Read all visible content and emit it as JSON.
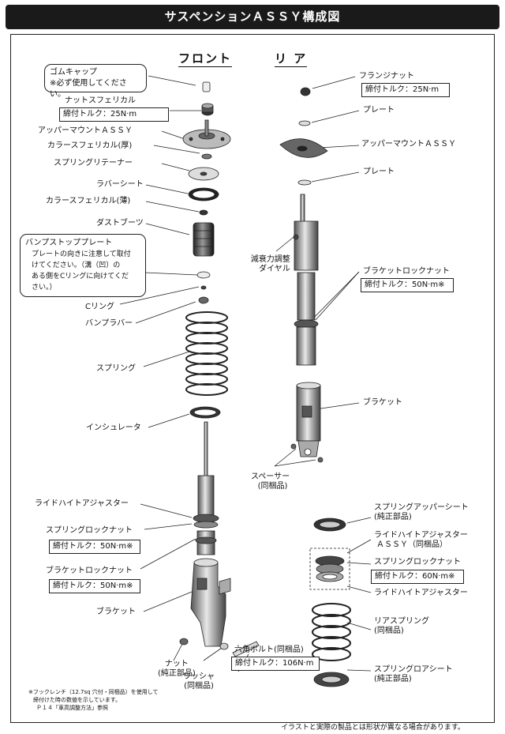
{
  "title": "サスペンションＡＳＳＹ構成図",
  "sections": {
    "front": "フロント",
    "rear": "リ ア"
  },
  "front": {
    "rubber_cap": "ゴムキャップ",
    "rubber_cap_note": "※必ず使用してください。",
    "nut_spherical": "ナットスフェリカル",
    "torque_25": "締付トルク：25N·m",
    "upper_mount": "アッパーマウントＡＳＳＹ",
    "collar_thick": "カラースフェリカル(厚)",
    "spring_retainer": "スプリングリテーナー",
    "rubber_sheet": "ラバーシート",
    "collar_thin": "カラースフェリカル(薄)",
    "dust_boots": "ダストブーツ",
    "bump_plate_title": "バンプストッププレート",
    "bump_plate_note": [
      "プレートの向きに注意して取付",
      "けてください。（溝（凹）の",
      "ある側をCリングに向けてくだ",
      "さい。）"
    ],
    "c_ring": "Cリング",
    "bump_rubber": "バンプラバー",
    "spring": "スプリング",
    "insulator": "インシュレータ",
    "ride_height_adjuster": "ライドハイトアジャスター",
    "spring_lock_nut": "スプリングロックナット",
    "torque_50a": "締付トルク：50N·m※",
    "bracket_lock_nut": "ブラケットロックナット",
    "torque_50b": "締付トルク：50N·m※",
    "bracket": "ブラケット",
    "nut": "ナット",
    "nut_sub": "(純正部品)",
    "hex_bolt": "六角ボルト(同梱品)",
    "torque_106": "締付トルク：106N·m",
    "washer": "ワッシャ",
    "washer_sub": "(同梱品)"
  },
  "rear": {
    "flange_nut": "フランジナット",
    "torque_25": "締付トルク：25N·m",
    "plate_top": "プレート",
    "upper_mount": "アッパーマウントＡＳＳＹ",
    "plate_bottom": "プレート",
    "damping_dial": [
      "減衰力調整",
      "ダイヤル"
    ],
    "bracket_lock_nut": "ブラケットロックナット",
    "torque_50": "締付トルク：50N·m※",
    "bracket": "ブラケット",
    "spacer": "スペーサー",
    "spacer_sub": "(同梱品)",
    "spring_upper_seat": "スプリングアッパーシート",
    "spring_upper_seat_sub": "(純正部品)",
    "rha_assy": "ライドハイトアジャスター",
    "rha_assy_sub": "ＡＳＳＹ（同梱品）",
    "spring_lock_nut": "スプリングロックナット",
    "torque_60": "締付トルク：60N·m※",
    "ride_height_adjuster": "ライドハイトアジャスター",
    "rear_spring": "リアスプリング",
    "rear_spring_sub": "(同梱品)",
    "spring_lower_seat": "スプリングロアシート",
    "spring_lower_seat_sub": "(純正部品)"
  },
  "footnote": [
    "※フックレンチ（12.7sq 穴付・同梱品）を使用して",
    "締付けた時の数値を示しています。",
    "Ｐ１４「車高調整方法」参照"
  ],
  "disclaimer": "イラストと実際の製品とは形状が異なる場合があります。"
}
